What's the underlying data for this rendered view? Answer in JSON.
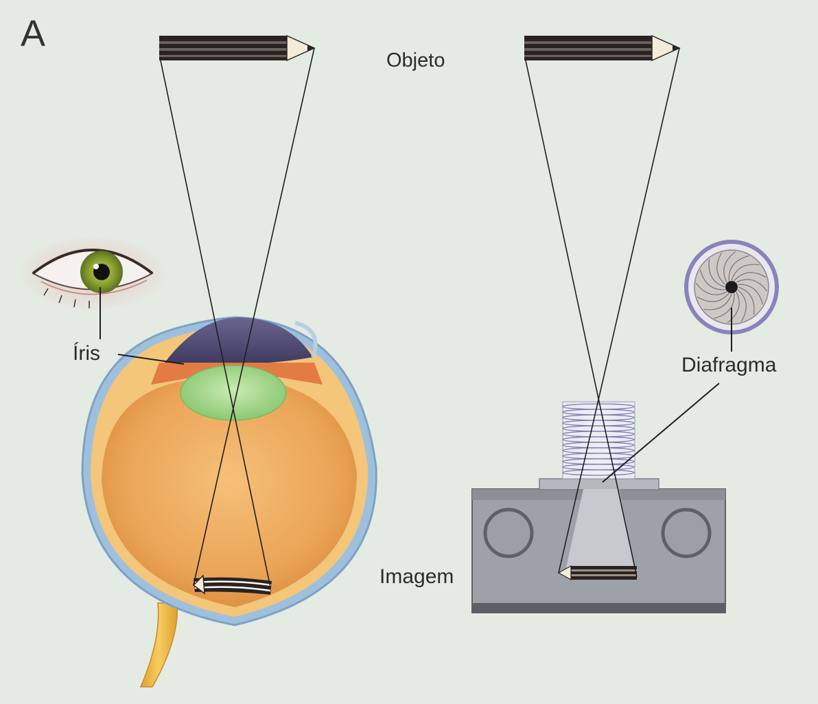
{
  "figure": {
    "panel_letter": "A",
    "labels": {
      "object": "Objeto",
      "iris": "Íris",
      "diaphragm": "Diafragma",
      "image": "Imagem"
    }
  },
  "colors": {
    "background": "#e4ebe3",
    "pencil_dark": "#2a2322",
    "pencil_wood": "#f2ecd8",
    "eye_orange": "#e9a050",
    "eye_blue_rim": "#8fb2d2",
    "lens_green": "#a6d890",
    "cornea_purple": "#4e4870",
    "iris_green": "#8ba030",
    "optic_nerve": "#f0b840",
    "camera_gray": "#9da2a8",
    "camera_dark": "#5c6166",
    "aperture_ring": "#8a82b8",
    "spring_blue": "#7e7ab6"
  }
}
